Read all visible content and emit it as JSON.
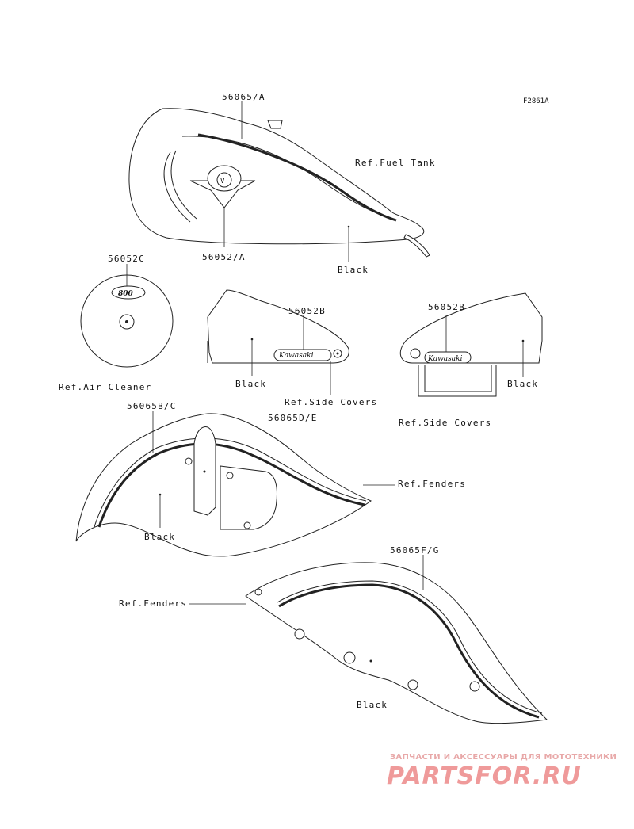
{
  "figure_code": "F2861A",
  "labels": {
    "tank_part": "56065/A",
    "tank_emblem": "56052/A",
    "tank_ref": "Ref.Fuel Tank",
    "tank_color": "Black",
    "cleaner_part": "56052C",
    "cleaner_ref": "Ref.Air Cleaner",
    "side_left_part": "56052B",
    "side_left_color": "Black",
    "side_left_ref": "Ref.Side Covers",
    "side_right_part": "56052B",
    "side_right_color": "Black",
    "side_right_ref": "Ref.Side Covers",
    "front_fender_part_left": "56065B/C",
    "front_fender_part_right": "56065D/E",
    "front_fender_ref": "Ref.Fenders",
    "front_fender_color": "Black",
    "rear_fender_part": "56065F/G",
    "rear_fender_ref": "Ref.Fenders",
    "rear_fender_color": "Black"
  },
  "decals": {
    "cleaner_badge": "800",
    "side_badge": "Kawasaki"
  },
  "watermark": {
    "tagline": "ЗАПЧАСТИ И АКСЕССУАРЫ ДЛЯ МОТОТЕХНИКИ",
    "logo": "PARTSFOR.RU"
  }
}
